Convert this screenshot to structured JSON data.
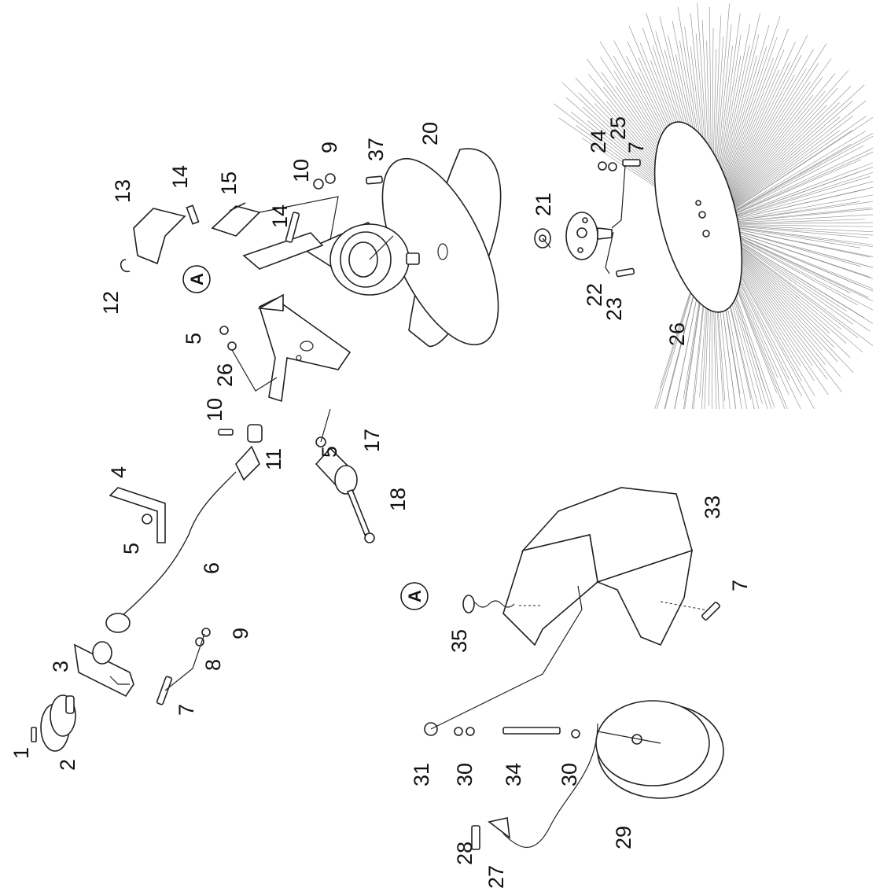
{
  "callout_letter": "A",
  "labels": [
    "1",
    "2",
    "3",
    "4",
    "5",
    "5",
    "5",
    "6",
    "7",
    "7",
    "7",
    "8",
    "9",
    "9",
    "10",
    "10",
    "11",
    "12",
    "13",
    "14",
    "14",
    "15",
    "17",
    "18",
    "20",
    "21",
    "22",
    "23",
    "24",
    "25",
    "26",
    "26",
    "27",
    "28",
    "29",
    "30",
    "30",
    "31",
    "33",
    "34",
    "35",
    "37"
  ]
}
